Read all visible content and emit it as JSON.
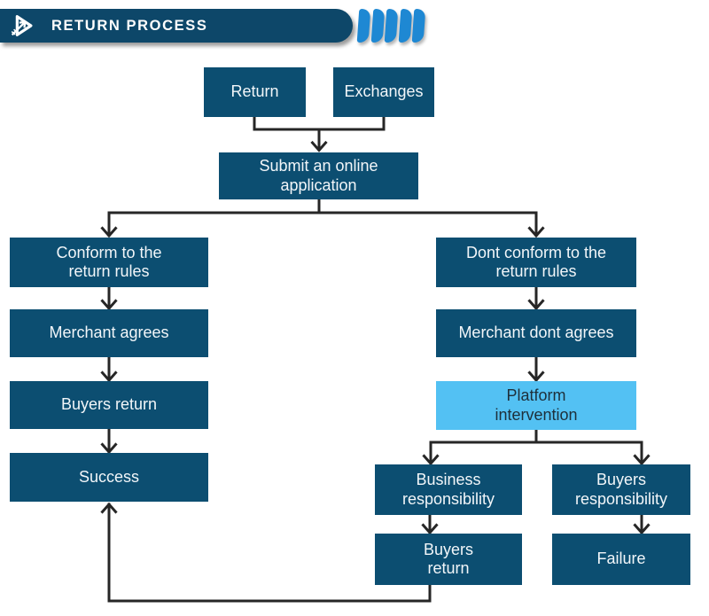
{
  "header": {
    "title": "RETURN PROCESS",
    "stripe_count": 5
  },
  "colors": {
    "banner": "#0d4769",
    "stripe": "#1e88d3",
    "node_dark": "#0c4e71",
    "node_highlight": "#53c1f3",
    "node_text_light": "#f2f6f9",
    "node_text_dark": "#1e2f3a",
    "connector": "#262626"
  },
  "flow": {
    "nodes": {
      "return": {
        "label": "Return"
      },
      "exchanges": {
        "label": "Exchanges"
      },
      "submit": {
        "label": "Submit an online\napplication"
      },
      "conform": {
        "label": "Conform to the\nreturn rules"
      },
      "merchant_agrees": {
        "label": "Merchant agrees"
      },
      "buyers_return": {
        "label": "Buyers return"
      },
      "success": {
        "label": "Success"
      },
      "dont_conform": {
        "label": "Dont conform to the\nreturn rules"
      },
      "merchant_dont_agrees": {
        "label": "Merchant dont agrees"
      },
      "platform_intervention": {
        "label": "Platform\nintervention"
      },
      "business_responsibility": {
        "label": "Business\nresponsibility"
      },
      "buyers_responsibility": {
        "label": "Buyers\nresponsibility"
      },
      "buyers_return_2": {
        "label": "Buyers\nreturn"
      },
      "failure": {
        "label": "Failure"
      }
    }
  }
}
